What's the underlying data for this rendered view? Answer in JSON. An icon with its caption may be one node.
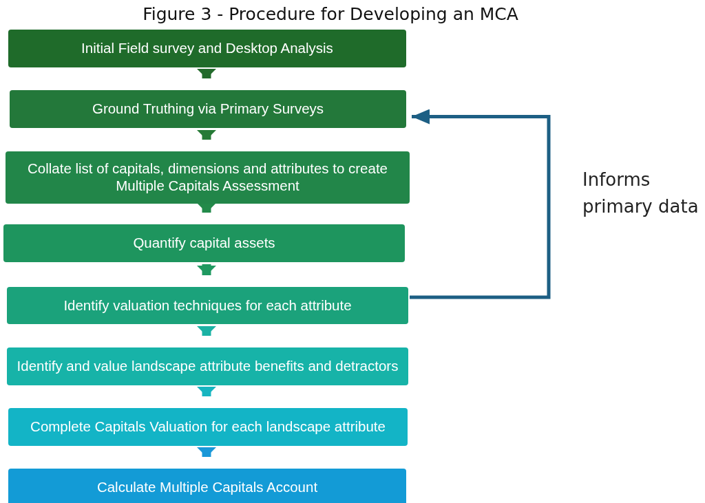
{
  "diagram": {
    "title": "Figure 3 - Procedure for Developing an MCA",
    "nodes": [
      {
        "text": [
          "Initial Field survey and Desktop Analysis"
        ]
      },
      {
        "text": [
          "Ground Truthing via Primary Surveys"
        ]
      },
      {
        "text": [
          "Collate list of capitals, dimensions and attributes to create Multiple Capitals Assessment"
        ]
      },
      {
        "text": [
          "Quantify capital assets"
        ]
      },
      {
        "text": [
          "Identify valuation techniques for each attribute"
        ]
      },
      {
        "text": [
          "Identify and value landscape attribute benefits and detractors"
        ]
      },
      {
        "text": [
          "Complete Capitals Valuation for each landscape attribute"
        ]
      },
      {
        "text": [
          "Calculate Multiple Capitals Account"
        ]
      }
    ],
    "edges": [
      {
        "from": 0,
        "to": 1,
        "arrow": "to",
        "color": "#236b2c"
      },
      {
        "from": 1,
        "to": 2,
        "arrow": "to",
        "color": "#267a36"
      },
      {
        "from": 2,
        "to": 3,
        "arrow": "to",
        "color": "#238a4a"
      },
      {
        "from": 3,
        "to": 4,
        "arrow": "to",
        "color": "#1f9960"
      },
      {
        "from": 4,
        "to": 5,
        "arrow": "to",
        "color": "#1bb2a4"
      },
      {
        "from": 5,
        "to": 6,
        "arrow": "to",
        "color": "#17b5c0"
      },
      {
        "from": 6,
        "to": 7,
        "arrow": "to",
        "color": "#1a98d8"
      },
      {
        "from": 4,
        "to": 1,
        "arrow": "to",
        "label": "Informs primary data"
      }
    ]
  }
}
